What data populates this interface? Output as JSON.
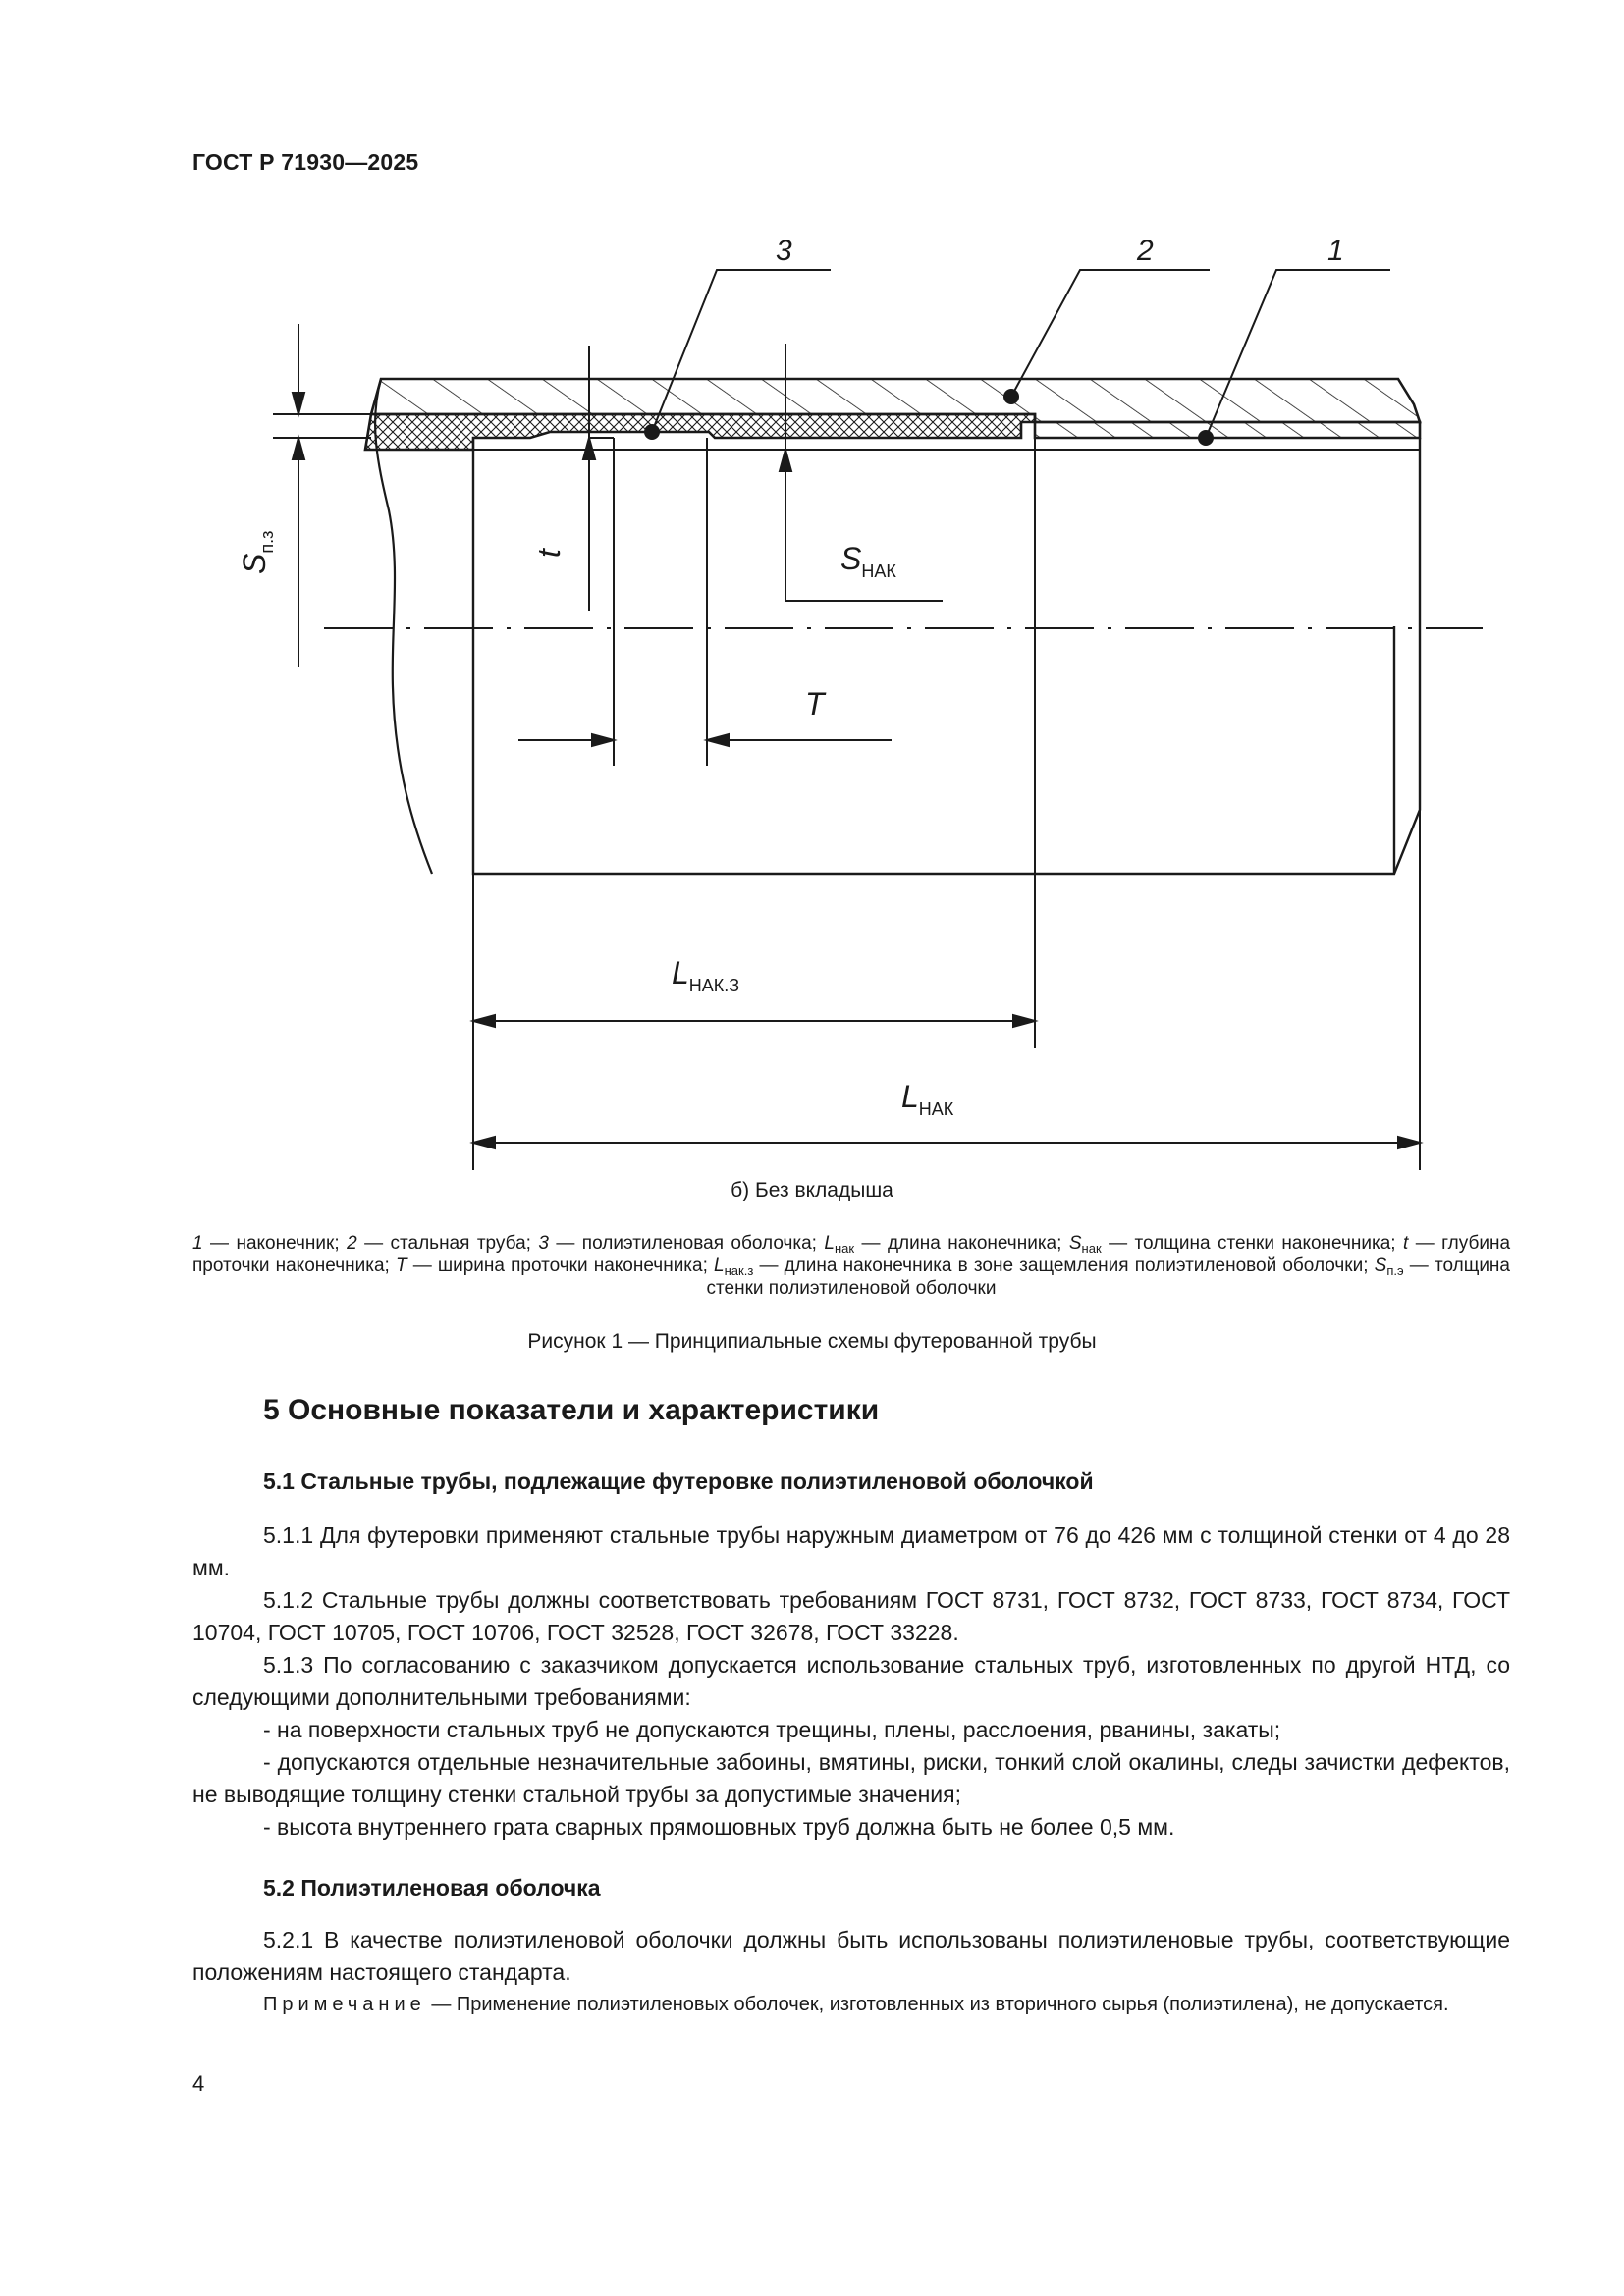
{
  "header": {
    "standard": "ГОСТ Р 71930—2025"
  },
  "figure": {
    "callouts": {
      "c1": "1",
      "c2": "2",
      "c3": "3"
    },
    "dims": {
      "s_pe": "S",
      "s_pe_sub": "п.з",
      "t": "t",
      "s_nak": "S",
      "s_nak_sub": "НАК",
      "T": "T",
      "l_nak_z": "L",
      "l_nak_z_sub": "НАК.З",
      "l_nak": "L",
      "l_nak_sub": "НАК"
    },
    "subcaption": "б)  Без вкладыша",
    "legend": {
      "n1": "1",
      "d1": " — наконечник; ",
      "n2": "2",
      "d2": " — стальная труба; ",
      "n3": "3",
      "d3": " — полиэтиленовая оболочка; ",
      "sym_l": "L",
      "sub_l": "нак",
      "d_l": " — длина наконечника; ",
      "sym_s": "S",
      "sub_s": "нак",
      "d_s": " — толщина стенки наконечника; ",
      "sym_t": "t",
      "d_t": " — глубина проточки наконечника; ",
      "sym_T": "T",
      "d_T": " — ширина проточки наконечника; ",
      "sym_lz": "L",
      "sub_lz": "нак.з",
      "d_lz": " — длина наконечника в зоне защемления полиэтиленовой оболочки; ",
      "sym_sp": "S",
      "sub_sp": "п.э",
      "d_sp": " — толщина стенки полиэтиленовой оболочки"
    },
    "caption": "Рисунок 1 — Принципиальные схемы футерованной трубы"
  },
  "section5": {
    "title": "5  Основные показатели и характеристики",
    "s51_title": "5.1  Стальные трубы, подлежащие футеровке полиэтиленовой оболочкой",
    "p511": "5.1.1  Для футеровки применяют стальные трубы наружным диаметром от 76 до 426 мм с толщиной стенки от 4 до 28 мм.",
    "p512": "5.1.2  Стальные трубы должны соответствовать требованиям ГОСТ 8731, ГОСТ 8732, ГОСТ 8733, ГОСТ 8734, ГОСТ 10704, ГОСТ 10705, ГОСТ 10706, ГОСТ 32528, ГОСТ 32678, ГОСТ 33228.",
    "p513": "5.1.3  По согласованию с заказчиком допускается использование стальных труб, изготовленных по другой НТД, со следующими дополнительными требованиями:",
    "b1": "-  на поверхности стальных труб не допускаются трещины, плены, расслоения, рванины, закаты;",
    "b2": "-  допускаются отдельные незначительные забоины, вмятины, риски, тонкий слой окалины, следы зачистки дефектов, не выводящие толщину стенки стальной трубы за допустимые значения;",
    "b3": "-  высота внутреннего грата сварных прямошовных труб должна быть не более 0,5 мм.",
    "s52_title": "5.2  Полиэтиленовая оболочка",
    "p521": "5.2.1  В качестве полиэтиленовой оболочки должны быть использованы полиэтиленовые трубы, соответствующие положениям настоящего стандарта.",
    "note_label": "Примечание",
    "note_text": " — Применение полиэтиленовых оболочек, изготовленных из вторичного сырья (полиэтилена), не допускается."
  },
  "footer": {
    "page": "4"
  }
}
